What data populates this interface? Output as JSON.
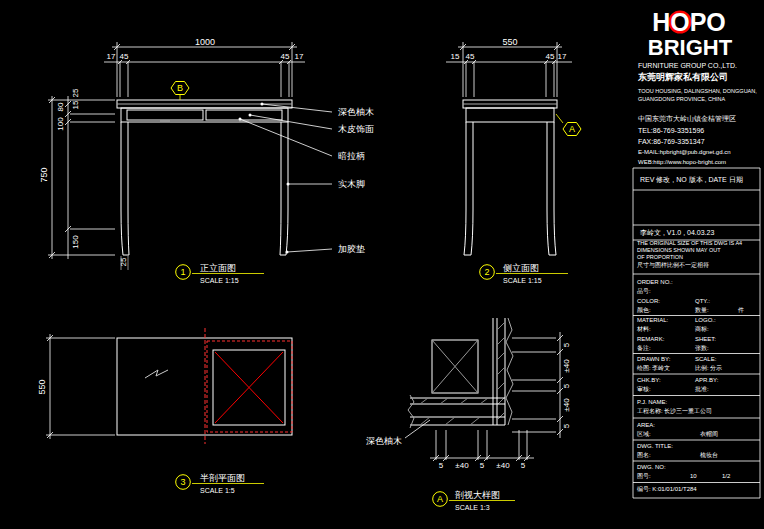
{
  "diagram": {
    "nodes": [
      {
        "text": [
          "B"
        ]
      },
      {
        "text": [
          "A"
        ]
      },
      {
        "text": [
          "1"
        ]
      },
      {
        "text": [
          "2"
        ]
      },
      {
        "text": [
          "3"
        ]
      },
      {
        "text": [
          "A"
        ]
      }
    ],
    "labels": [
      "1000",
      "17",
      "45",
      "45",
      "17",
      "80",
      "25",
      "15",
      "100",
      "750",
      "150",
      "25",
      "深色柚木",
      "木皮饰面",
      "暗拉柄",
      "实木脚",
      "加胶垫",
      "正立面图",
      "SCALE 1:15",
      "550",
      "15",
      "45",
      "45",
      "17",
      "侧立面图",
      "SCALE 1:15",
      "550",
      "半剖平面图",
      "SCALE 1:5",
      "5",
      "±40",
      "5",
      "±40",
      "5",
      "5",
      "±40",
      "5",
      "±40",
      "5",
      "深色柚木",
      "剖视大样图",
      "SCALE 1:3",
      "HOPO",
      "BRIGHT",
      "FURNITURE GROUP CO.,LTD.",
      "东莞明辉家私有限公司",
      "TOOU HOUSING, DALINGSHAN, DONGGUAN,",
      "GUANGDONG PROVINCE, CHINA",
      "中国东莞市大岭山镇金桔管理区",
      "TEL:86-769-3351596",
      "FAX:86-769-3351347",
      "E-MAIL:hpbright@pub.dgnet.gd.cn",
      "WEB:http://www.hopo-bright.com",
      "REV 修改 , NO 版本 , DATE 日期",
      "李岭文 , V1.0 , 04.03.23",
      "THE ORIGINAL SIZE OF THIS DWG IS A4",
      "DIMENSIONS SHOWN MAY OUT",
      "OF PROPORTION",
      "尺寸与图样比例不一定相符",
      "ORDER NO.:",
      "品号:",
      "COLOR:",
      "QTY.:",
      "颜色:",
      "数量:",
      "件",
      "MATERIAL:",
      "LOGO.:",
      "材料:",
      "商标:",
      "REMARK:",
      "SHEET:",
      "备注:",
      "张数:",
      "DRAWN BY:",
      "SCALE:",
      "绘图: 李岭文",
      "比例: 分示",
      "CHK.BY:",
      "APR.BY:",
      "审核:",
      "批准:",
      "P.J. NAME:",
      "工程名称: 长沙三一重工公司",
      "AREA:",
      "区域:",
      "衣帽间",
      "DWG. TITLE:",
      "图名:",
      "梳妆台",
      "DWG. NO:",
      "图号:",
      "10",
      "1/2",
      "编号: K:01/01/01/T284"
    ]
  }
}
